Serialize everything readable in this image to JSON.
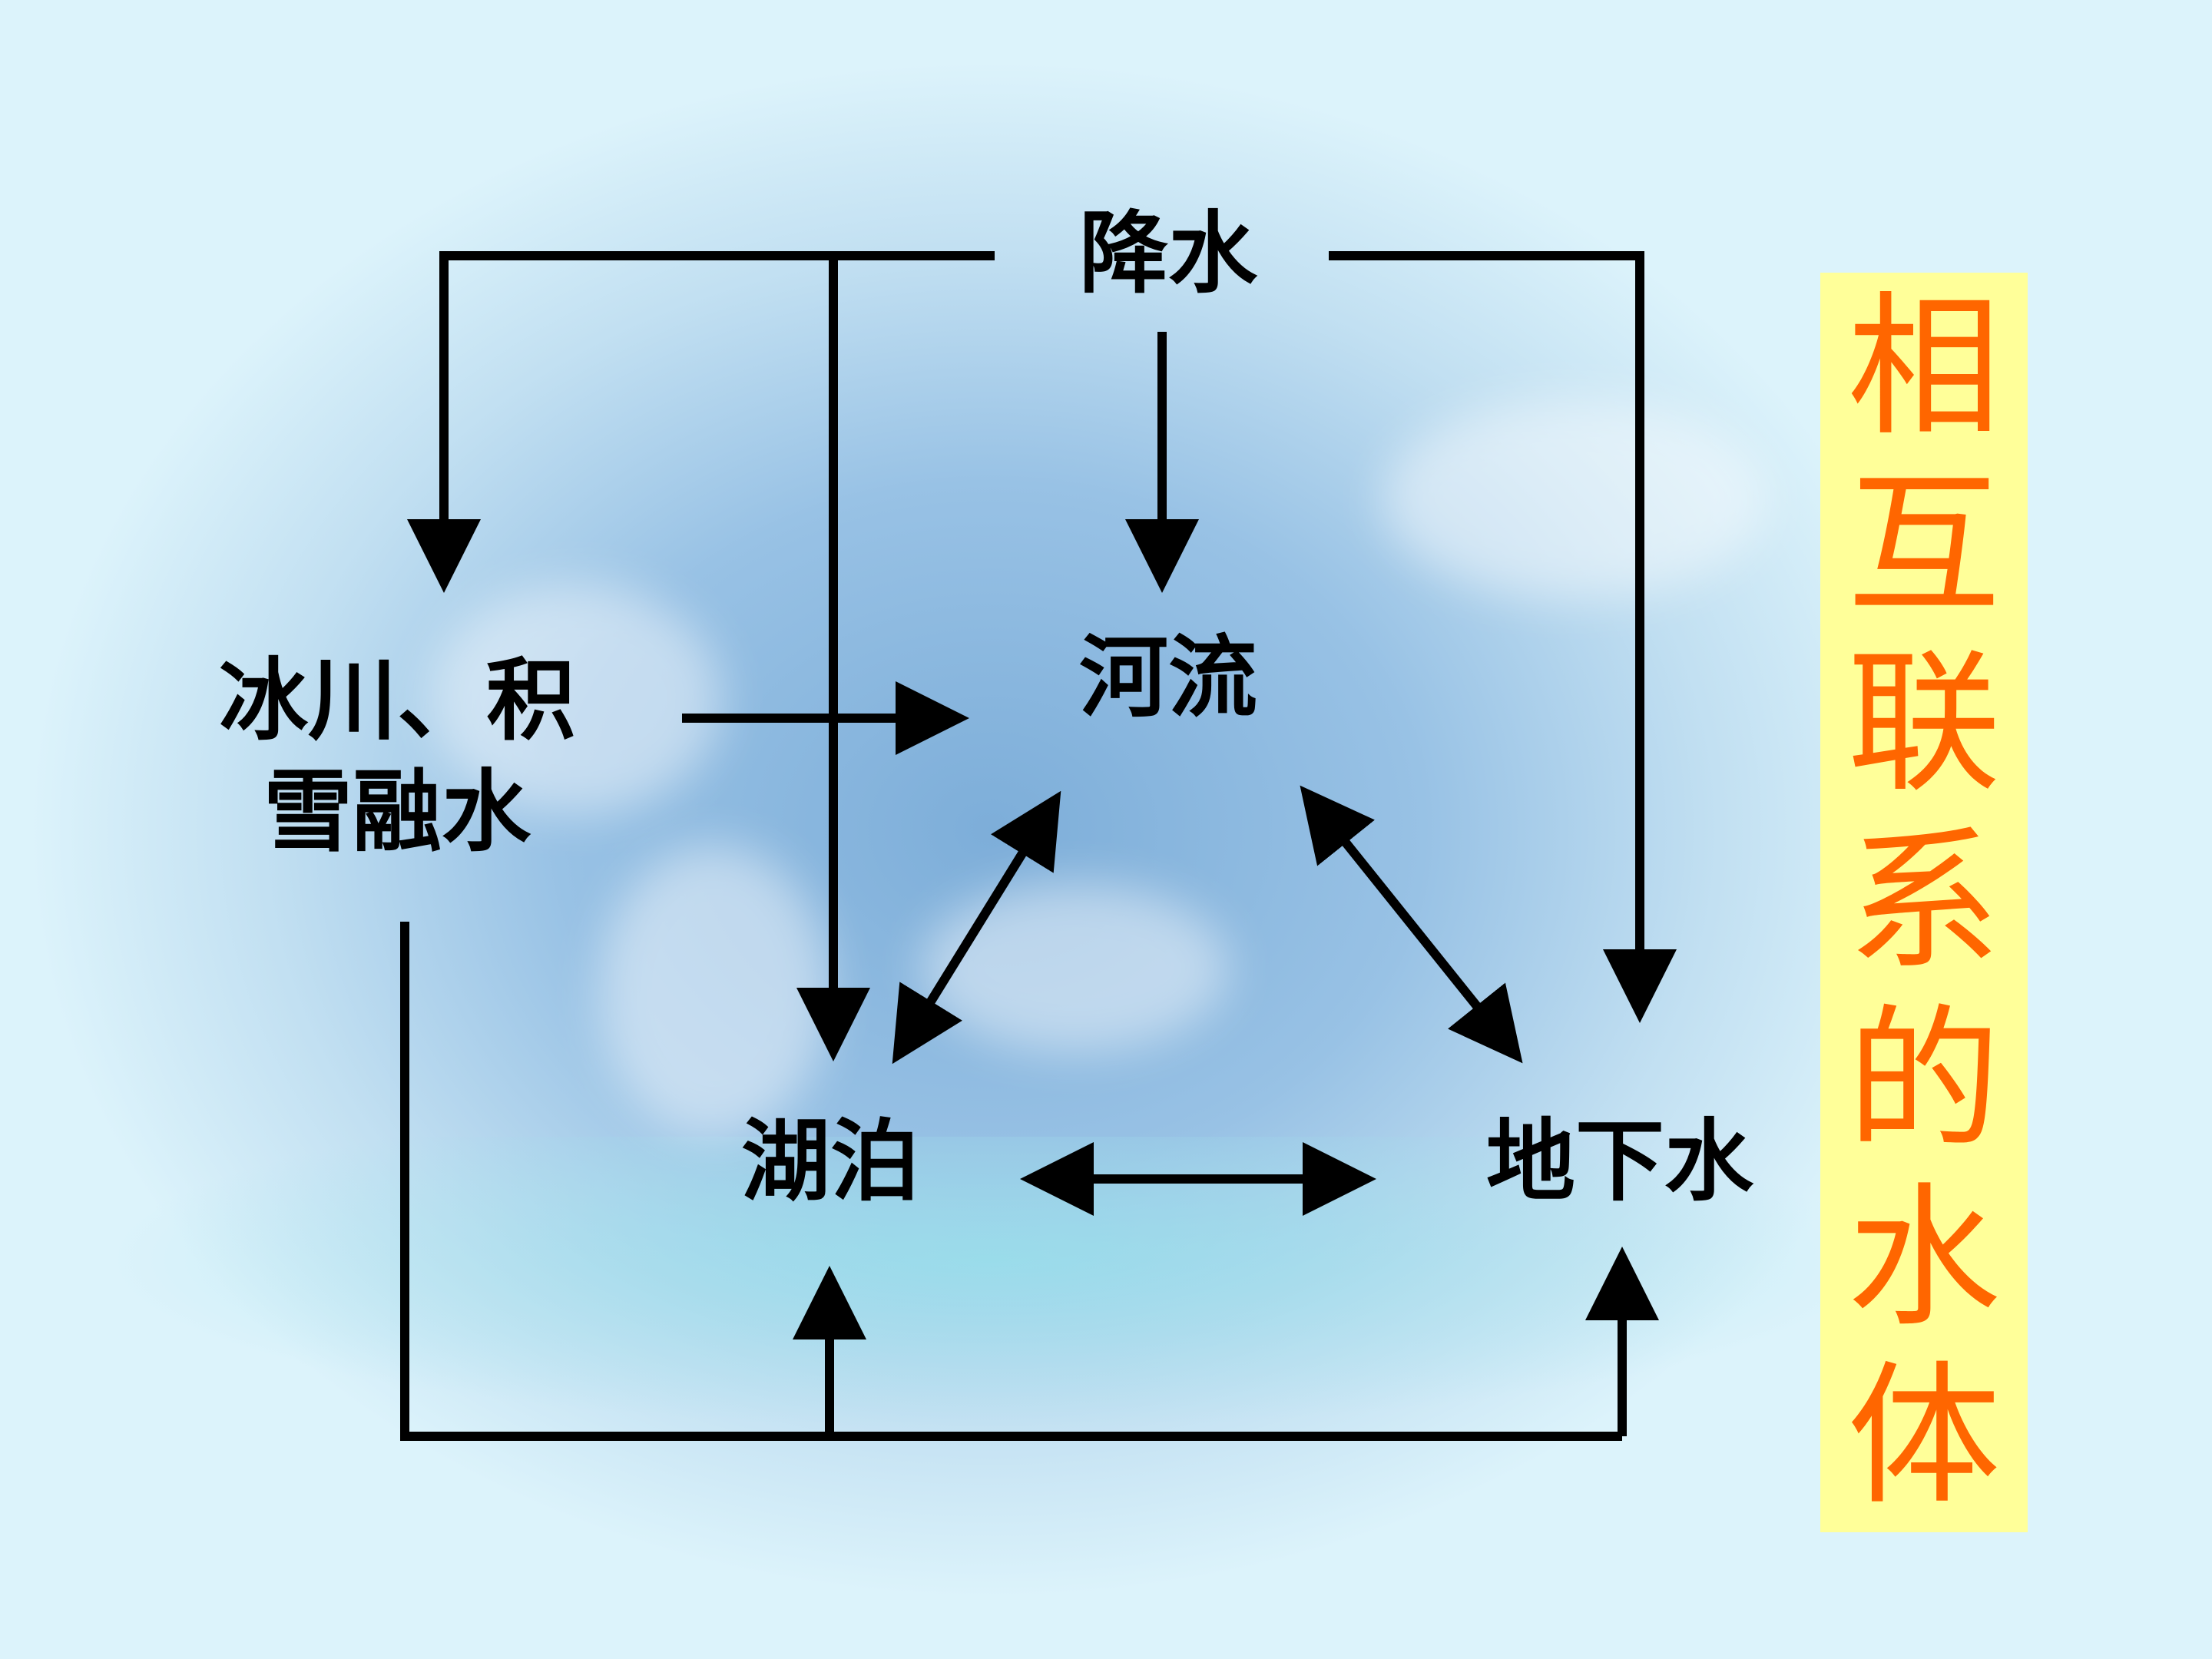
{
  "nodes": {
    "precipitation": "降水",
    "river": "河流",
    "glacier_line1": "冰川、积",
    "glacier_line2": "雪融水",
    "lake": "湖泊",
    "groundwater": "地下水"
  },
  "title": "相互联系的水体",
  "colors": {
    "arrow": "#000000",
    "title_text": "#ff6600",
    "title_panel": "#ffff99",
    "background": "#dcf3fb"
  }
}
